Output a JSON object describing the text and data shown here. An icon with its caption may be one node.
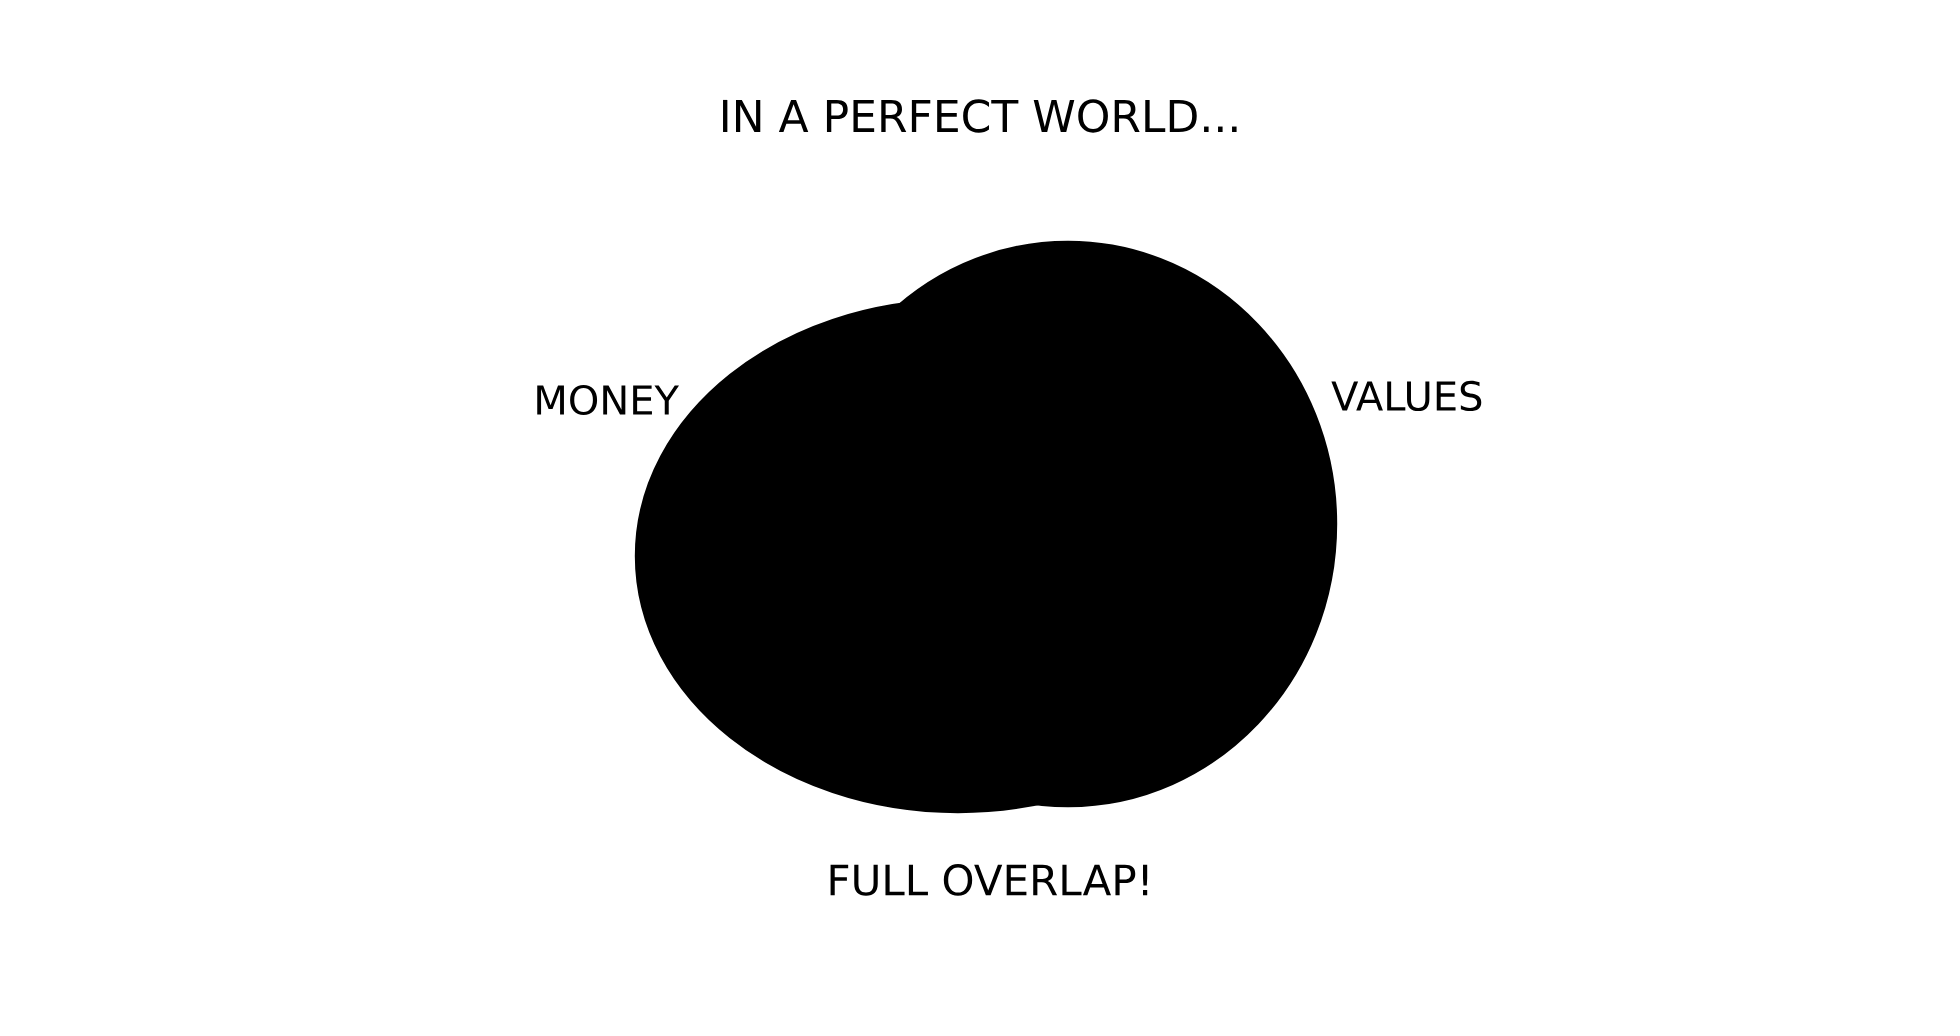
{
  "diagram": {
    "title": "IN A PERFECT WORLD...",
    "nodes": [
      {
        "text": [
          "MONEY"
        ]
      },
      {
        "text": [
          "VALUES"
        ]
      }
    ],
    "labels": [
      "FULL OVERLAP!"
    ]
  }
}
